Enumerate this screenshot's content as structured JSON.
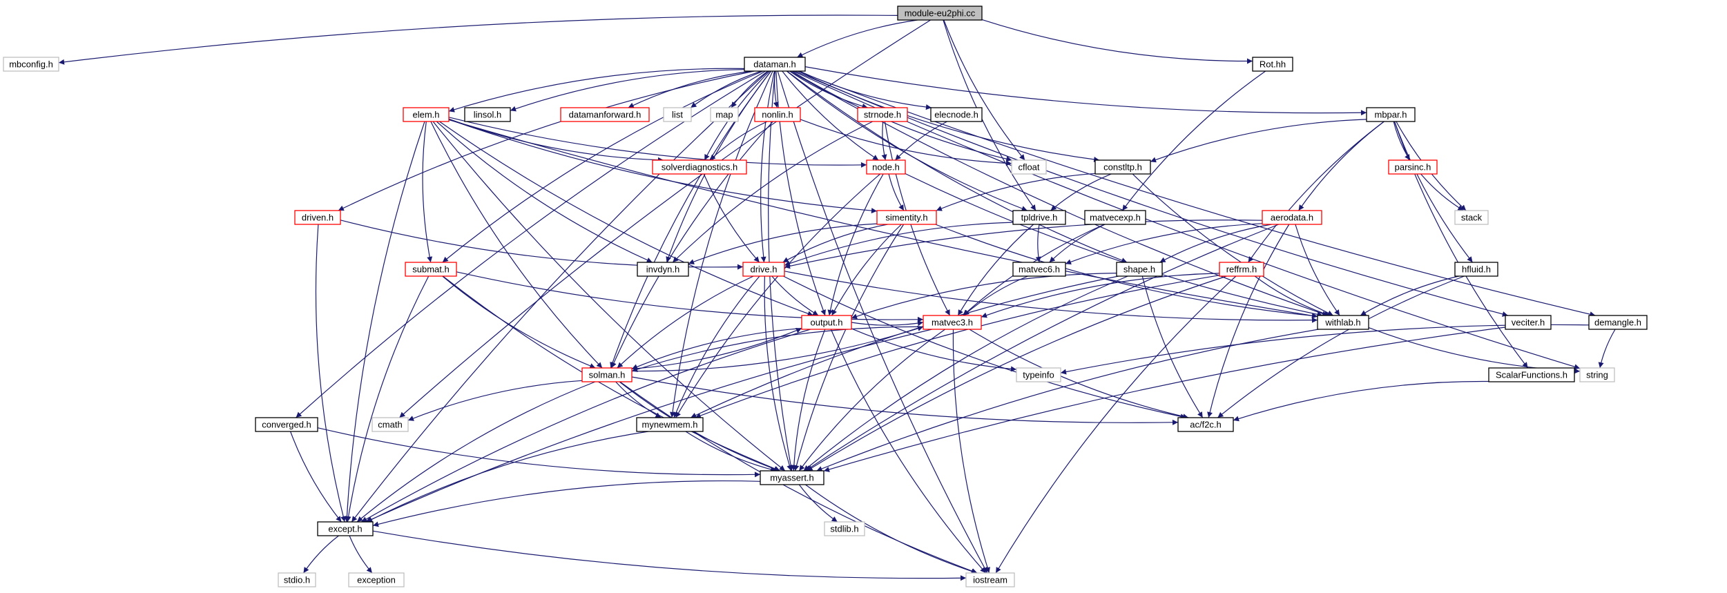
{
  "diagram": {
    "title": "module-eu2phi.cc",
    "nodes": [
      {
        "id": "root",
        "label": "module-eu2phi.cc",
        "style": "root"
      },
      {
        "id": "mbconfig",
        "label": "mbconfig.h",
        "style": "external"
      },
      {
        "id": "dataman",
        "label": "dataman.h",
        "style": "normal"
      },
      {
        "id": "rot",
        "label": "Rot.hh",
        "style": "normal"
      },
      {
        "id": "elem",
        "label": "elem.h",
        "style": "truncated"
      },
      {
        "id": "linsol",
        "label": "linsol.h",
        "style": "normal"
      },
      {
        "id": "datamanforward",
        "label": "datamanforward.h",
        "style": "truncated"
      },
      {
        "id": "list",
        "label": "list",
        "style": "external"
      },
      {
        "id": "map",
        "label": "map",
        "style": "external"
      },
      {
        "id": "nonlin",
        "label": "nonlin.h",
        "style": "truncated"
      },
      {
        "id": "strnode",
        "label": "strnode.h",
        "style": "truncated"
      },
      {
        "id": "elecnode",
        "label": "elecnode.h",
        "style": "normal"
      },
      {
        "id": "mbpar",
        "label": "mbpar.h",
        "style": "normal"
      },
      {
        "id": "solverdiagnostics",
        "label": "solverdiagnostics.h",
        "style": "truncated"
      },
      {
        "id": "node",
        "label": "node.h",
        "style": "truncated"
      },
      {
        "id": "cfloat",
        "label": "cfloat",
        "style": "external"
      },
      {
        "id": "constltp",
        "label": "constltp.h",
        "style": "normal"
      },
      {
        "id": "parsinc",
        "label": "parsinc.h",
        "style": "truncated"
      },
      {
        "id": "driven",
        "label": "driven.h",
        "style": "truncated"
      },
      {
        "id": "simentity",
        "label": "simentity.h",
        "style": "truncated"
      },
      {
        "id": "tpldrive",
        "label": "tpldrive.h",
        "style": "normal"
      },
      {
        "id": "matvecexp",
        "label": "matvecexp.h",
        "style": "normal"
      },
      {
        "id": "aerodata",
        "label": "aerodata.h",
        "style": "truncated"
      },
      {
        "id": "stack",
        "label": "stack",
        "style": "external"
      },
      {
        "id": "invdyn",
        "label": "invdyn.h",
        "style": "normal"
      },
      {
        "id": "drive",
        "label": "drive.h",
        "style": "truncated"
      },
      {
        "id": "submat",
        "label": "submat.h",
        "style": "truncated"
      },
      {
        "id": "matvec6",
        "label": "matvec6.h",
        "style": "normal"
      },
      {
        "id": "shape",
        "label": "shape.h",
        "style": "normal"
      },
      {
        "id": "reffrm",
        "label": "reffrm.h",
        "style": "truncated"
      },
      {
        "id": "hfluid",
        "label": "hfluid.h",
        "style": "normal"
      },
      {
        "id": "output",
        "label": "output.h",
        "style": "truncated"
      },
      {
        "id": "matvec3",
        "label": "matvec3.h",
        "style": "truncated"
      },
      {
        "id": "withlab",
        "label": "withlab.h",
        "style": "normal"
      },
      {
        "id": "veciter",
        "label": "veciter.h",
        "style": "normal"
      },
      {
        "id": "demangle",
        "label": "demangle.h",
        "style": "normal"
      },
      {
        "id": "solman",
        "label": "solman.h",
        "style": "truncated"
      },
      {
        "id": "typeinfo",
        "label": "typeinfo",
        "style": "external"
      },
      {
        "id": "string",
        "label": "string",
        "style": "external"
      },
      {
        "id": "scalarfunctions",
        "label": "ScalarFunctions.h",
        "style": "normal"
      },
      {
        "id": "converged",
        "label": "converged.h",
        "style": "normal"
      },
      {
        "id": "cmath",
        "label": "cmath",
        "style": "external"
      },
      {
        "id": "mynewmem",
        "label": "mynewmem.h",
        "style": "normal"
      },
      {
        "id": "acf2c",
        "label": "ac/f2c.h",
        "style": "normal"
      },
      {
        "id": "myassert",
        "label": "myassert.h",
        "style": "normal"
      },
      {
        "id": "stdlib",
        "label": "stdlib.h",
        "style": "external"
      },
      {
        "id": "except",
        "label": "except.h",
        "style": "normal"
      },
      {
        "id": "stdio",
        "label": "stdio.h",
        "style": "external"
      },
      {
        "id": "exception",
        "label": "exception",
        "style": "external"
      },
      {
        "id": "iostream",
        "label": "iostream",
        "style": "external"
      }
    ],
    "edges": [
      [
        "root",
        "mbconfig"
      ],
      [
        "root",
        "dataman"
      ],
      [
        "root",
        "rot"
      ],
      [
        "root",
        "cmath"
      ],
      [
        "root",
        "cfloat"
      ],
      [
        "root",
        "tpldrive"
      ],
      [
        "dataman",
        "elem"
      ],
      [
        "dataman",
        "linsol"
      ],
      [
        "dataman",
        "datamanforward"
      ],
      [
        "dataman",
        "list"
      ],
      [
        "dataman",
        "map"
      ],
      [
        "dataman",
        "nonlin"
      ],
      [
        "dataman",
        "strnode"
      ],
      [
        "dataman",
        "elecnode"
      ],
      [
        "dataman",
        "mbpar"
      ],
      [
        "dataman",
        "solverdiagnostics"
      ],
      [
        "dataman",
        "node"
      ],
      [
        "dataman",
        "cfloat"
      ],
      [
        "dataman",
        "constltp"
      ],
      [
        "dataman",
        "driven"
      ],
      [
        "dataman",
        "tpldrive"
      ],
      [
        "dataman",
        "invdyn"
      ],
      [
        "dataman",
        "drive"
      ],
      [
        "dataman",
        "submat"
      ],
      [
        "dataman",
        "shape"
      ],
      [
        "dataman",
        "output"
      ],
      [
        "dataman",
        "veciter"
      ],
      [
        "dataman",
        "demangle"
      ],
      [
        "dataman",
        "string"
      ],
      [
        "dataman",
        "solman"
      ],
      [
        "dataman",
        "converged"
      ],
      [
        "dataman",
        "mynewmem"
      ],
      [
        "dataman",
        "myassert"
      ],
      [
        "dataman",
        "except"
      ],
      [
        "dataman",
        "iostream"
      ],
      [
        "dataman",
        "withlab"
      ],
      [
        "rot",
        "matvecexp"
      ],
      [
        "elem",
        "solverdiagnostics"
      ],
      [
        "elem",
        "node"
      ],
      [
        "elem",
        "simentity"
      ],
      [
        "elem",
        "invdyn"
      ],
      [
        "elem",
        "submat"
      ],
      [
        "elem",
        "output"
      ],
      [
        "elem",
        "solman"
      ],
      [
        "elem",
        "myassert"
      ],
      [
        "elem",
        "except"
      ],
      [
        "elem",
        "withlab"
      ],
      [
        "nonlin",
        "solverdiagnostics"
      ],
      [
        "nonlin",
        "cfloat"
      ],
      [
        "nonlin",
        "solman"
      ],
      [
        "strnode",
        "node"
      ],
      [
        "strnode",
        "matvec3"
      ],
      [
        "strnode",
        "invdyn"
      ],
      [
        "elecnode",
        "node"
      ],
      [
        "mbpar",
        "constltp"
      ],
      [
        "mbpar",
        "parsinc"
      ],
      [
        "mbpar",
        "stack"
      ],
      [
        "mbpar",
        "aerodata"
      ],
      [
        "mbpar",
        "reffrm"
      ],
      [
        "mbpar",
        "hfluid"
      ],
      [
        "mbpar",
        "scalarfunctions"
      ],
      [
        "solverdiagnostics",
        "drive"
      ],
      [
        "node",
        "simentity"
      ],
      [
        "node",
        "output"
      ],
      [
        "node",
        "withlab"
      ],
      [
        "node",
        "mynewmem"
      ],
      [
        "constltp",
        "tpldrive"
      ],
      [
        "constltp",
        "simentity"
      ],
      [
        "constltp",
        "withlab"
      ],
      [
        "parsinc",
        "stack"
      ],
      [
        "driven",
        "drive"
      ],
      [
        "driven",
        "except"
      ],
      [
        "simentity",
        "invdyn"
      ],
      [
        "simentity",
        "drive"
      ],
      [
        "simentity",
        "output"
      ],
      [
        "simentity",
        "withlab"
      ],
      [
        "simentity",
        "myassert"
      ],
      [
        "tpldrive",
        "drive"
      ],
      [
        "tpldrive",
        "matvec6"
      ],
      [
        "tpldrive",
        "matvec3"
      ],
      [
        "matvecexp",
        "matvec6"
      ],
      [
        "matvecexp",
        "matvec3"
      ],
      [
        "aerodata",
        "drive"
      ],
      [
        "aerodata",
        "matvec6"
      ],
      [
        "aerodata",
        "shape"
      ],
      [
        "aerodata",
        "withlab"
      ],
      [
        "aerodata",
        "acf2c"
      ],
      [
        "aerodata",
        "myassert"
      ],
      [
        "drive",
        "output"
      ],
      [
        "drive",
        "mynewmem"
      ],
      [
        "drive",
        "solman"
      ],
      [
        "drive",
        "myassert"
      ],
      [
        "drive",
        "withlab"
      ],
      [
        "drive",
        "acf2c"
      ],
      [
        "submat",
        "matvec3"
      ],
      [
        "submat",
        "solman"
      ],
      [
        "submat",
        "myassert"
      ],
      [
        "submat",
        "except"
      ],
      [
        "matvec6",
        "matvec3"
      ],
      [
        "shape",
        "output"
      ],
      [
        "shape",
        "acf2c"
      ],
      [
        "shape",
        "myassert"
      ],
      [
        "shape",
        "mynewmem"
      ],
      [
        "reffrm",
        "matvec3"
      ],
      [
        "reffrm",
        "withlab"
      ],
      [
        "reffrm",
        "myassert"
      ],
      [
        "reffrm",
        "mynewmem"
      ],
      [
        "reffrm",
        "iostream"
      ],
      [
        "hfluid",
        "withlab"
      ],
      [
        "hfluid",
        "acf2c"
      ],
      [
        "output",
        "solman"
      ],
      [
        "output",
        "matvec3"
      ],
      [
        "output",
        "myassert"
      ],
      [
        "output",
        "iostream"
      ],
      [
        "output",
        "except"
      ],
      [
        "output",
        "typeinfo"
      ],
      [
        "matvec3",
        "solman"
      ],
      [
        "matvec3",
        "myassert"
      ],
      [
        "matvec3",
        "acf2c"
      ],
      [
        "matvec3",
        "except"
      ],
      [
        "matvec3",
        "iostream"
      ],
      [
        "withlab",
        "myassert"
      ],
      [
        "withlab",
        "string"
      ],
      [
        "veciter",
        "myassert"
      ],
      [
        "demangle",
        "typeinfo"
      ],
      [
        "demangle",
        "string"
      ],
      [
        "solman",
        "matvec3"
      ],
      [
        "solman",
        "output"
      ],
      [
        "solman",
        "cmath"
      ],
      [
        "solman",
        "mynewmem"
      ],
      [
        "solman",
        "acf2c"
      ],
      [
        "solman",
        "myassert"
      ],
      [
        "solman",
        "except"
      ],
      [
        "solman",
        "iostream"
      ],
      [
        "scalarfunctions",
        "acf2c"
      ],
      [
        "converged",
        "myassert"
      ],
      [
        "converged",
        "except"
      ],
      [
        "mynewmem",
        "myassert"
      ],
      [
        "mynewmem",
        "except"
      ],
      [
        "myassert",
        "stdlib"
      ],
      [
        "myassert",
        "except"
      ],
      [
        "myassert",
        "iostream"
      ],
      [
        "except",
        "stdio"
      ],
      [
        "except",
        "exception"
      ],
      [
        "except",
        "iostream"
      ]
    ],
    "colors": {
      "edge": "#191970",
      "root_fill": "#bfbfbf",
      "normal_border": "#000000",
      "truncated_border": "#ff0000",
      "external_border": "#bfbfbf",
      "text": "#000000"
    }
  }
}
